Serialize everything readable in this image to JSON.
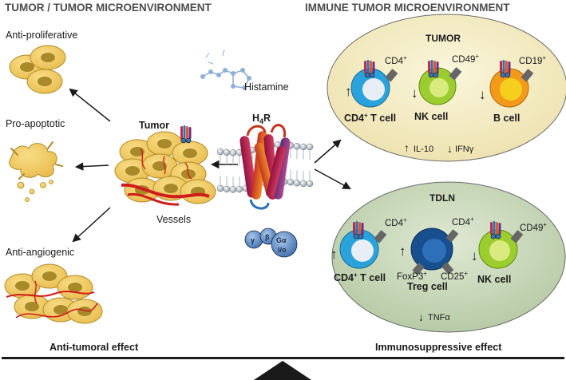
{
  "headers": {
    "left": "TUMOR / TUMOR MICROENVIRONMENT",
    "right": "IMMUNE TUMOR MICROENVIRONMENT"
  },
  "left_effects": {
    "anti_proliferative": "Anti-proliferative",
    "pro_apoptotic": "Pro-apoptotic",
    "anti_angiogenic": "Anti-angiogenic"
  },
  "center": {
    "tumor": "Tumor",
    "vessels": "Vessels",
    "histamine": "Histamine",
    "receptor": "H",
    "receptor_sub": "4",
    "receptor_suffix": "R",
    "gamma": "γ",
    "beta": "β",
    "galpha": "Gα",
    "galpha_sub": "i/o"
  },
  "tumor_panel": {
    "title": "TUMOR",
    "cells": [
      {
        "marker": "CD4",
        "marker_sup": "+",
        "label": "CD4",
        "label_sup": "+",
        "label_suffix": " T cell",
        "trend": "up"
      },
      {
        "marker": "CD49",
        "marker_sup": "+",
        "label": "NK cell",
        "trend": "down"
      },
      {
        "marker": "CD19",
        "marker_sup": "+",
        "label": "B cell",
        "trend": "down"
      }
    ],
    "cytokines": [
      {
        "name": "IL-10",
        "trend": "up"
      },
      {
        "name": "IFNγ",
        "trend": "down"
      }
    ]
  },
  "tdln_panel": {
    "title": "TDLN",
    "cells": [
      {
        "marker": "CD4",
        "marker_sup": "+",
        "label": "CD4",
        "label_sup": "+",
        "label_suffix": " T cell",
        "trend": "up"
      },
      {
        "marker": "CD4",
        "marker_sup": "+",
        "label": "Treg cell",
        "trend": "up",
        "extra1": "FoxP3",
        "extra1_sup": "+",
        "extra2": "CD25",
        "extra2_sup": "+"
      },
      {
        "marker": "CD49",
        "marker_sup": "+",
        "label": "NK cell",
        "trend": "down"
      }
    ],
    "cytokines": [
      {
        "name": "TNFα",
        "trend": "down"
      }
    ]
  },
  "balance": {
    "left": "Anti-tumoral effect",
    "right": "Immunosuppressive effect"
  },
  "colors": {
    "header": "#4d4d4d",
    "tumor_panel_fill": "#f4edc6",
    "tdln_panel_fill": "#c9d9bb",
    "tumor_cell": "#f2cf6a",
    "tumor_nucleus": "#a8892a",
    "t_cell": "#2aa3dc",
    "nk_cell": "#9ccd2e",
    "b_cell": "#f39a1b",
    "treg_cell": "#174f8f",
    "vessel": "#d11c1c"
  }
}
